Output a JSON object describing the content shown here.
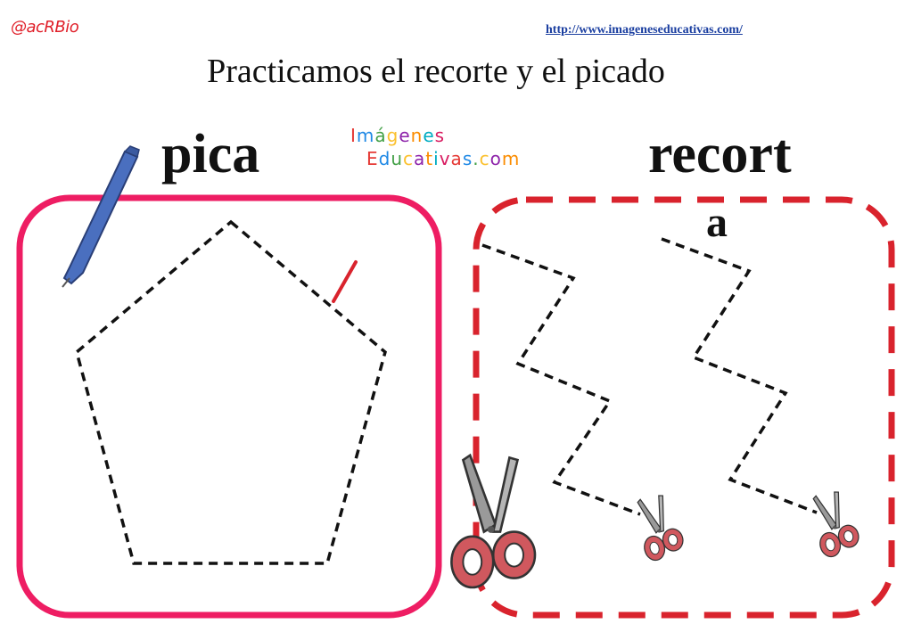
{
  "header": {
    "brand_handle": "@acRBio",
    "source_url": "http://www.imageneseducativas.com/",
    "title": "Practicamos el recorte y el picado"
  },
  "logo": {
    "line1": "Imágenes",
    "line2": "Educativas.com",
    "colors": [
      "#e53935",
      "#1e88e5",
      "#43a047",
      "#fbc02d",
      "#8e24aa",
      "#fb8c00",
      "#00acc1",
      "#d81b60"
    ]
  },
  "left_panel": {
    "label": "pica",
    "border_color": "#ee1d63",
    "shape": "pentagon-dotted",
    "tool_icon": "punch-pen-icon"
  },
  "right_panel": {
    "label_line1": "recort",
    "label_line2": "a",
    "border_color": "#d9232d",
    "shape": "zigzag-dotted-lines",
    "tool_icon": "scissors-icon"
  }
}
